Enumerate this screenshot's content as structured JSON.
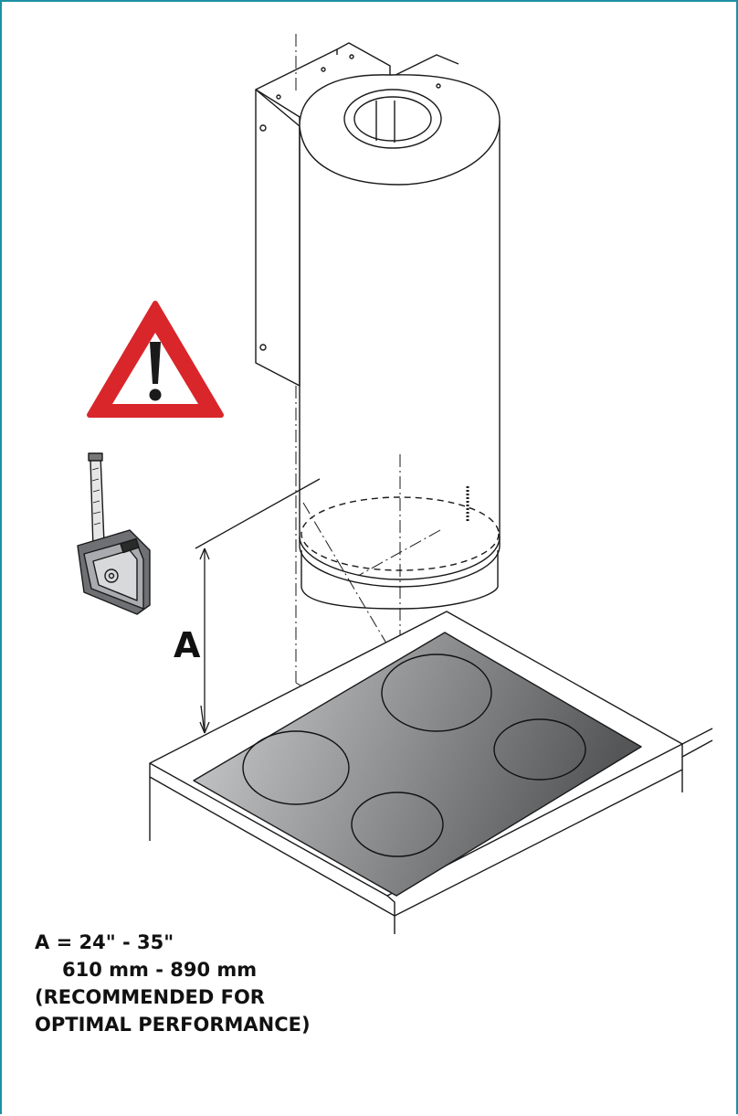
{
  "figure": {
    "dimension_label": "A",
    "spec_lines": [
      "A = 24\" - 35\"",
      "610 mm - 890 mm",
      "(RECOMMENDED FOR",
      "OPTIMAL PERFORMANCE)"
    ],
    "icons": [
      "warning-triangle-icon",
      "tape-measure-icon"
    ],
    "colors": {
      "frame": "#1f8fa3",
      "warning": "#d9262b"
    }
  }
}
